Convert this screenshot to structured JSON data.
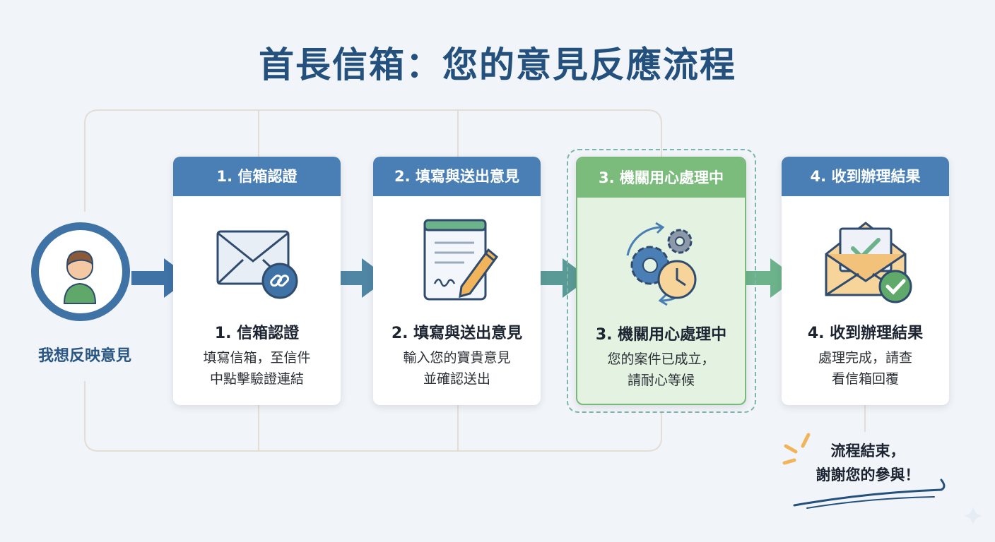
{
  "title": "首長信箱：您的意見反應流程",
  "start": {
    "label": "我想反映意見"
  },
  "steps": [
    {
      "header": "1. 信箱認證",
      "name": "1. 信箱認證",
      "desc_line1": "填寫信箱，至信件",
      "desc_line2": "中點擊驗證連結",
      "icon": "envelope-link-icon"
    },
    {
      "header": "2. 填寫與送出意見",
      "name": "2. 填寫與送出意見",
      "desc_line1": "輸入您的寶貴意見",
      "desc_line2": "並確認送出",
      "icon": "form-pen-icon"
    },
    {
      "header": "3. 機關用心處理中",
      "name": "3. 機關用心處理中",
      "desc_line1": "您的案件已成立，",
      "desc_line2": "請耐心等候",
      "icon": "gears-clock-icon"
    },
    {
      "header": "4. 收到辦理結果",
      "name": "4. 收到辦理結果",
      "desc_line1": "處理完成，請查",
      "desc_line2": "看信箱回覆",
      "icon": "open-envelope-check-icon"
    }
  ],
  "end": {
    "line1": "流程結束，",
    "line2": "謝謝您的參與！"
  },
  "colors": {
    "primary": "#4a7fb6",
    "title": "#23507c",
    "highlight": "#7bbb7b",
    "arrow_blue": "#4f86a3",
    "arrow_green": "#6cb28a"
  }
}
